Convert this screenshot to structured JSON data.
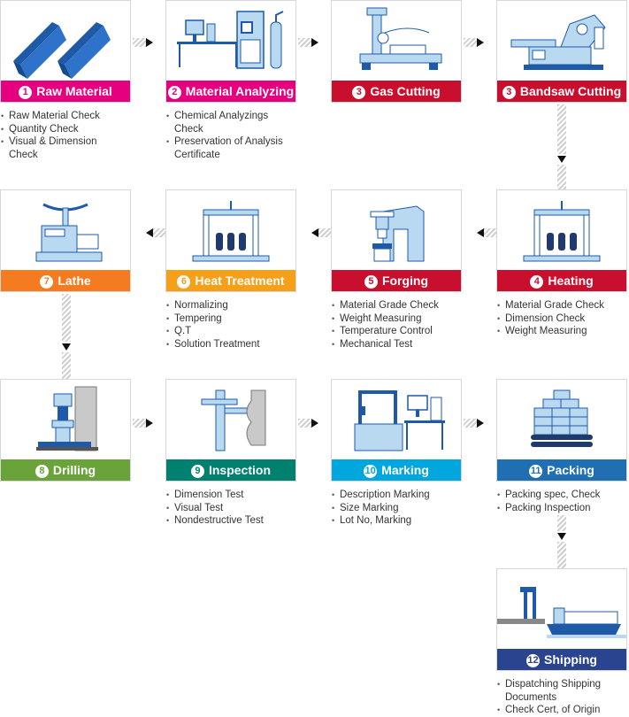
{
  "colors": {
    "magenta": "#e4007f",
    "red": "#c8102e",
    "orange": "#f47b20",
    "amber": "#f6a01a",
    "green": "#6aa33a",
    "teal": "#00806f",
    "cyan": "#00a6de",
    "blue": "#1f6fb2",
    "navy": "#2b4490",
    "illustration_blue": "#b9d9f0",
    "illustration_dark": "#1e5aa8"
  },
  "steps": [
    {
      "num": "1",
      "label": "Raw Material",
      "color": "#e4007f",
      "icon": "steel-bars-icon",
      "items": [
        "Raw Material Check",
        "Quantity Check",
        "Visual & Dimension Check"
      ]
    },
    {
      "num": "2",
      "label": "Material Analyzing",
      "color": "#e4007f",
      "icon": "lab-analyzer-icon",
      "items": [
        "Chemical Analyzings Check",
        "Preservation of Analysis Certificate"
      ]
    },
    {
      "num": "3",
      "label": "Gas Cutting",
      "color": "#c8102e",
      "icon": "gas-cutting-machine-icon",
      "items": []
    },
    {
      "num": "3",
      "label": "Bandsaw Cutting",
      "color": "#c8102e",
      "icon": "bandsaw-icon",
      "items": []
    },
    {
      "num": "4",
      "label": "Heating",
      "color": "#c8102e",
      "icon": "furnace-icon",
      "items": [
        "Material Grade Check",
        "Dimension Check",
        "Weight Measuring"
      ]
    },
    {
      "num": "5",
      "label": "Forging",
      "color": "#c8102e",
      "icon": "forging-press-icon",
      "items": [
        "Material Grade Check",
        "Weight Measuring",
        "Temperature Control",
        "Mechanical Test"
      ]
    },
    {
      "num": "6",
      "label": "Heat Treatment",
      "color": "#f6a01a",
      "icon": "heat-treatment-furnace-icon",
      "items": [
        "Normalizing",
        "Tempering",
        "Q.T",
        "Solution Treatment"
      ]
    },
    {
      "num": "7",
      "label": "Lathe",
      "color": "#f47b20",
      "icon": "lathe-icon",
      "items": []
    },
    {
      "num": "8",
      "label": "Drilling",
      "color": "#6aa33a",
      "icon": "drilling-machine-icon",
      "items": []
    },
    {
      "num": "9",
      "label": "Inspection",
      "color": "#00806f",
      "icon": "caliper-icon",
      "items": [
        "Dimension Test",
        "Visual Test",
        "Nondestructive Test"
      ]
    },
    {
      "num": "10",
      "label": "Marking",
      "color": "#00a6de",
      "icon": "marking-machine-icon",
      "items": [
        "Description Marking",
        "Size Marking",
        "Lot No, Marking"
      ]
    },
    {
      "num": "11",
      "label": "Packing",
      "color": "#1f6fb2",
      "icon": "packing-pallet-icon",
      "items": [
        "Packing spec, Check",
        "Packing Inspection"
      ]
    },
    {
      "num": "12",
      "label": "Shipping",
      "color": "#2b4490",
      "icon": "cargo-ship-icon",
      "items": [
        "Dispatching Shipping Documents",
        "Check Cert, of Origin"
      ]
    }
  ]
}
